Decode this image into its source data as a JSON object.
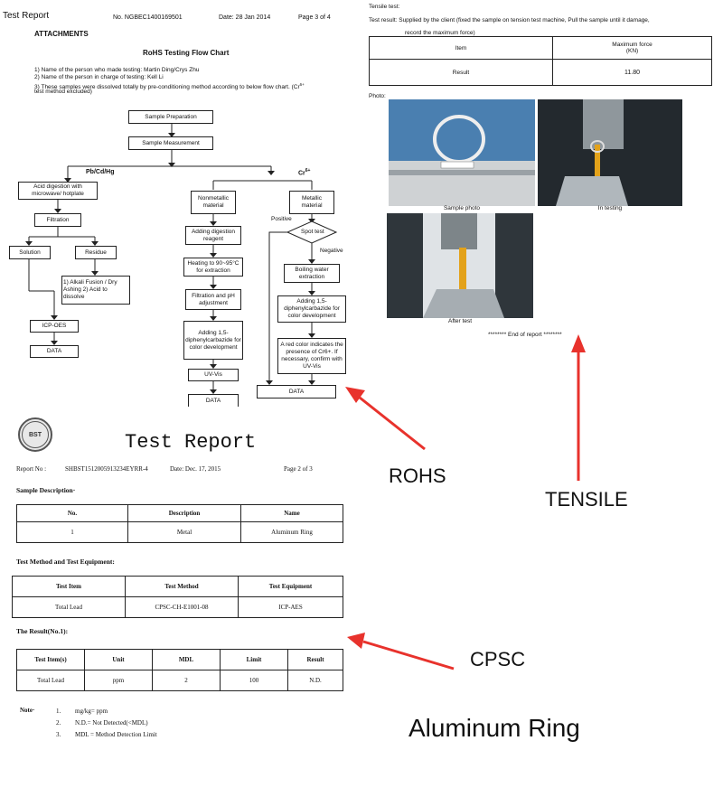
{
  "rohs": {
    "header": {
      "title": "Test Report",
      "no": "No. NGBEC1400169501",
      "date": "Date: 28 Jan 2014",
      "page": "Page 3 of 4"
    },
    "attachments": "ATTACHMENTS",
    "flow_title": "RoHS Testing Flow Chart",
    "notes": [
      "1) Name of the person who made testing: Martin Ding/Crys Zhu",
      "2) Name of the person in charge of testing: Kell Li",
      "3) These samples were dissolved totally by pre-conditioning method according to below flow chart. (Cr",
      "test method excluded)"
    ],
    "notes_sup": "6+",
    "flow": {
      "sample_prep": "Sample Preparation",
      "sample_meas": "Sample Measurement",
      "pb": "Pb/Cd/Hg",
      "cr": "Cr",
      "cr_sup": "6+",
      "acid": "Acid digestion with microwave/ hotplate",
      "filtration": "Filtration",
      "solution": "Solution",
      "residue": "Residue",
      "alkali": "1) Alkali Fusion / Dry Ashing 2) Acid to dissolve",
      "icp": "ICP-OES",
      "data1": "DATA",
      "nonmetallic": "Nonmetallic material",
      "adding_dig": "Adding digestion reagent",
      "heating": "Heating to 90~95°C for extraction",
      "filt_ph": "Filtration and pH adjustment",
      "adding15a": "Adding 1,5-diphenylcarbazide for color development",
      "uvvis": "UV-Vis",
      "data2": "DATA",
      "metallic": "Metallic material",
      "positive": "Positive",
      "spot": "Spot test",
      "negative": "Negative",
      "boiling": "Boiling water extraction",
      "adding15b": "Adding 1,5-diphenylcarbazide for color development",
      "red": "A red color indicates the presence of Cr6+. If necessary, confirm with UV-Vis",
      "data3": "DATA"
    }
  },
  "tensile": {
    "title": "Tensile test:",
    "result_line1": "Test result: Supplied by the client (fixed the sample on tension test machine, Pull the sample until it damage,",
    "result_line2": "record the maximum force)",
    "table": {
      "h1": "Item",
      "h2a": "Maximum force",
      "h2b": "(KN)",
      "r1": "Result",
      "r2": "11.80"
    },
    "photo_label": "Photo:",
    "captions": [
      "Sample photo",
      "In testing",
      "After test"
    ],
    "end": "******** End of report ********"
  },
  "cpsc": {
    "logo": "BST",
    "title": "Test Report",
    "report_no": "Report No :",
    "report_val": "SHBST1512005913234EYRR-4",
    "date": "Date: Dec. 17, 2015",
    "page": "Page 2 of 3",
    "sample_desc": "Sample Description·",
    "t1": {
      "headers": [
        "No.",
        "Description",
        "Name"
      ],
      "row": [
        "1",
        "Metal",
        "Aluminum Ring"
      ]
    },
    "method_title": "Test Method and Test Equipment:",
    "t2": {
      "headers": [
        "Test Item",
        "Test Method",
        "Test Equipment"
      ],
      "row": [
        "Total Lead",
        "CPSC-CH-E1001-08",
        "ICP-AES"
      ]
    },
    "result_title": "The Result(No.1):",
    "t3": {
      "headers": [
        "Test Item(s)",
        "Unit",
        "MDL",
        "Limit",
        "Result"
      ],
      "row": [
        "Total Lead",
        "ppm",
        "2",
        "100",
        "N.D."
      ]
    },
    "note_label": "Note·",
    "notes": [
      {
        "n": "1.",
        "t": "mg/kg= ppm"
      },
      {
        "n": "2.",
        "t": "N.D.= Not Detected(<MDL)"
      },
      {
        "n": "3.",
        "t": "MDL = Method Detection Limit"
      }
    ]
  },
  "labels": {
    "rohs": "ROHS",
    "tensile": "TENSILE",
    "cpsc": "CPSC",
    "aluminum": "Aluminum Ring",
    "arrow_color": "#e8322c"
  }
}
